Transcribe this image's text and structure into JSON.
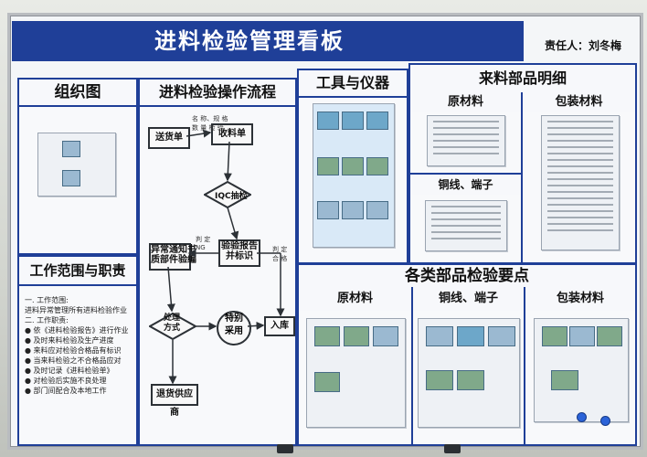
{
  "board": {
    "title": "进料检验管理看板",
    "owner": "责任人：刘冬梅"
  },
  "sections": {
    "org": "组织图",
    "flow": "进料检验操作流程",
    "tools": "工具与仪器",
    "parts": "来料部品明细",
    "scope": "工作范围与职责",
    "points": "各类部品检验要点"
  },
  "parts": {
    "raw": "原材料",
    "pack": "包装材料",
    "wire": "铜线、端子"
  },
  "points": {
    "raw": "原材料",
    "wire": "铜线、端子",
    "pack": "包装材料"
  },
  "flow": {
    "delivery": "送货单",
    "receipt": "收料单",
    "iqc": "IQC抽检",
    "abnormal_notice": "异常通知书\n质部件验编",
    "inspection_report": "验验报告\n并标识",
    "decision": "处理\n方式",
    "special_use": "特别\n采用",
    "warehouse": "入库",
    "return_supplier": "退货供应商",
    "small_note_1": "名 称、规 格\n数 量 检 验",
    "small_note_2": "判 定\nNG",
    "small_note_3": "判 定\n合 格"
  },
  "scope": {
    "lines": [
      "一. 工作范围:",
      "  进料异常管理所有进料检验作业",
      "二. 工作职责:",
      "  ● 依《进料检验报告》进行作业",
      "  ● 及时来料检验及生产进度",
      "  ● 来料应对检验合格品有标识",
      "  ● 当来料检验之不合格品应对",
      "  ● 及时记录《进料检验单》",
      "  ● 对检验后实施不良处理",
      "  ● 部门间配合及本地工作"
    ]
  },
  "colors": {
    "accent": "#1f3f98"
  }
}
